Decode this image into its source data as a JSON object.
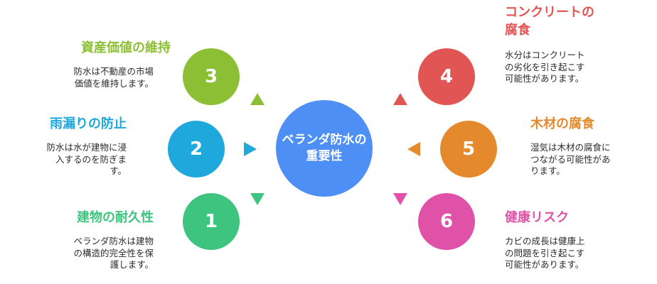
{
  "center": {
    "line1": "ベランダ防水の",
    "line2": "重要性"
  },
  "items": [
    {
      "number": "1",
      "title": "建物の耐久性",
      "description": "ベランダ防水は建物\nの構造的完全性を保\n護します。",
      "color": "#3ec47e"
    },
    {
      "number": "2",
      "title": "雨漏りの防止",
      "description": "防水は水が建物に浸\n入するのを防ぎま\nす。",
      "color": "#1ea8dc"
    },
    {
      "number": "3",
      "title": "資産価値の維持",
      "description": "防水は不動産の市場\n価値を維持します。",
      "color": "#8dbf34"
    },
    {
      "number": "4",
      "title_line1": "コンクリートの",
      "title_line2": "腐食",
      "description": "水分はコンクリート\nの劣化を引き起こす\n可能性があります。",
      "color": "#e25555"
    },
    {
      "number": "5",
      "title": "木材の腐食",
      "description": "湿気は木材の腐食に\nつながる可能性があ\nります。",
      "color": "#e58a2c"
    },
    {
      "number": "6",
      "title": "健康リスク",
      "description": "カビの成長は健康上\nの問題を引き起こす\n可能性があります。",
      "color": "#e052a8"
    }
  ]
}
